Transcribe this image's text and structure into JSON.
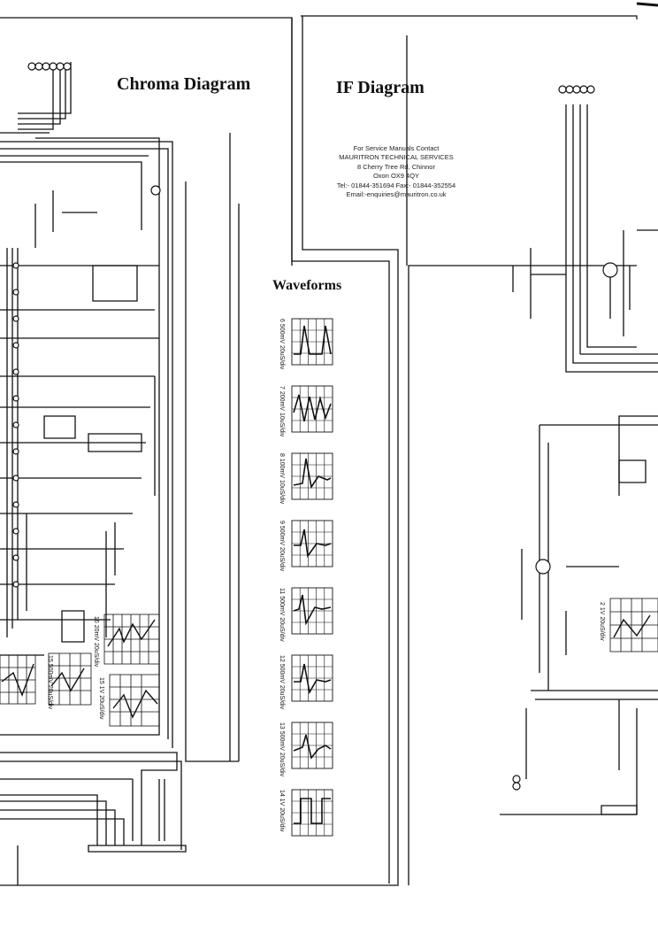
{
  "titles": {
    "chroma": "Chroma Diagram",
    "if": "IF Diagram",
    "waveforms": "Waveforms"
  },
  "contact": {
    "line1": "For Service Manuals Contact",
    "line2": "MAURITRON TECHNICAL SERVICES",
    "line3": "8 Cherry Tree Rd, Chinnor",
    "line4": "Oxon OX9 4QY",
    "line5": "Tel:- 01844-351694 Fax:- 01844-352554",
    "line6": "Email:-enquiries@mauritron.co.uk"
  },
  "waveforms": [
    {
      "label": "6  500mV 20uS/div"
    },
    {
      "label": "7  200mV 10uS/div"
    },
    {
      "label": "8  100mV 10uS/div"
    },
    {
      "label": "9  500mV 20uS/div"
    },
    {
      "label": "11  500mV 20uS/div"
    },
    {
      "label": "12  500mV 20uS/div"
    },
    {
      "label": "13  500mV 20uS/div"
    },
    {
      "label": "14  1V  20uS/div"
    }
  ],
  "chroma_scope_labels": {
    "a": "15  500mV 20uS/div",
    "b": "16  20mV 20uS/div",
    "c": "15  1V 20uS/div"
  },
  "if_scope_label": "2  1V 20uS/div"
}
